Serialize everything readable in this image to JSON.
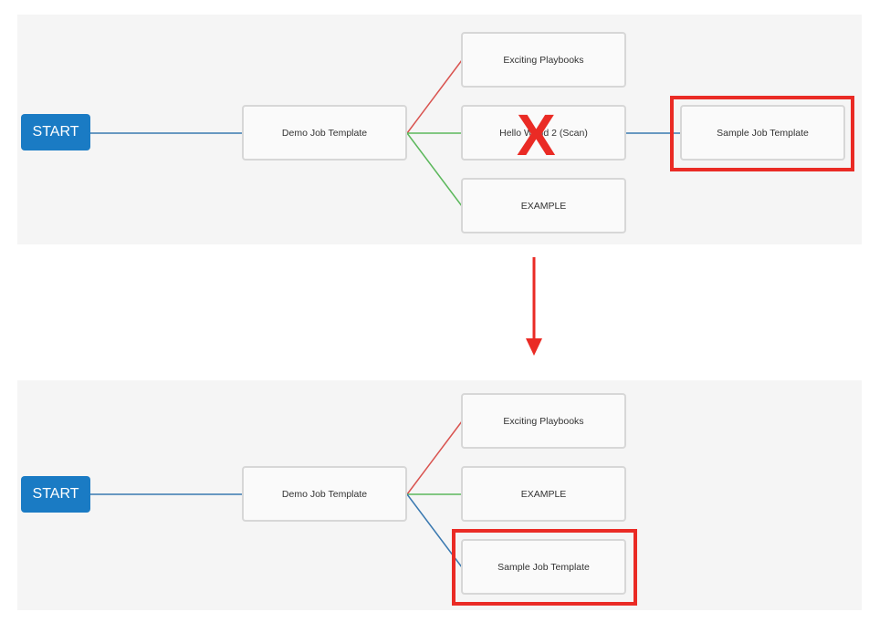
{
  "colors": {
    "start_blue": "#1a7bc4",
    "link_always": "#3a79b0",
    "link_failure": "#d9534f",
    "link_success": "#5cb85c",
    "highlight_red": "#ea2b25",
    "canvas_bg": "#f5f5f5"
  },
  "before": {
    "start_label": "START",
    "nodes": {
      "demo": "Demo Job Template",
      "exciting": "Exciting Playbooks",
      "hello": "Hello World 2 (Scan)",
      "example": "EXAMPLE",
      "sample": "Sample Job Template"
    },
    "delete_mark": "X"
  },
  "after": {
    "start_label": "START",
    "nodes": {
      "demo": "Demo Job Template",
      "exciting": "Exciting Playbooks",
      "example": "EXAMPLE",
      "sample": "Sample Job Template"
    }
  },
  "transition_icon": "arrow-down-icon"
}
